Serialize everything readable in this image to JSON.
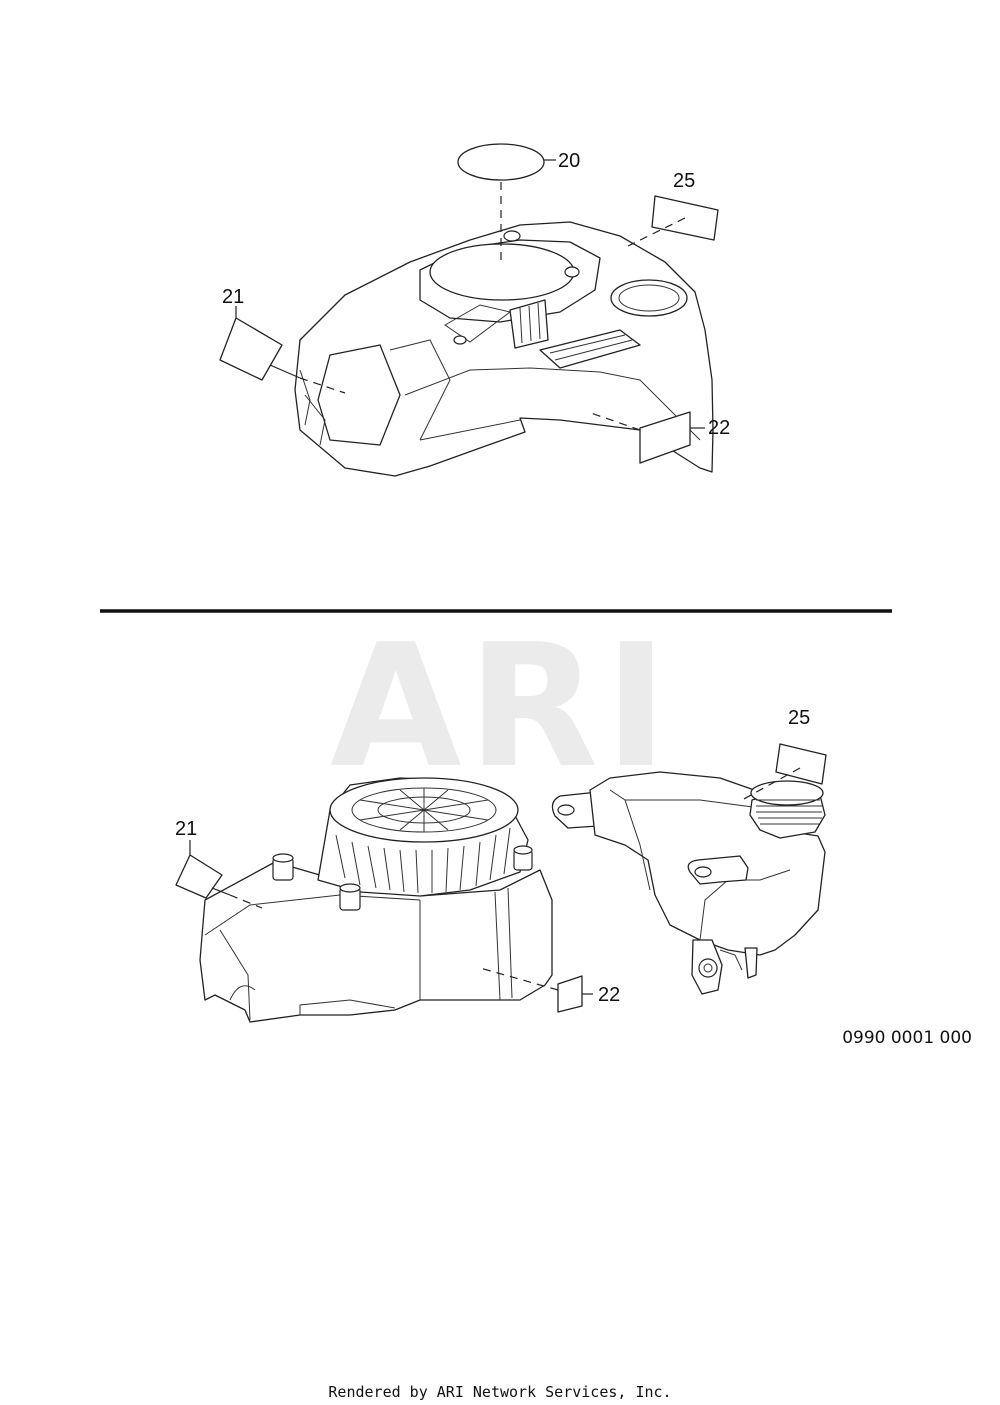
{
  "watermark": "ARI",
  "callouts": {
    "top": {
      "c20": "20",
      "c25": "25",
      "c21": "21",
      "c22": "22"
    },
    "bottom": {
      "c25": "25",
      "c21": "21",
      "c22": "22"
    }
  },
  "document_number": "0990 0001 000",
  "footer": "Rendered by ARI Network Services, Inc.",
  "colors": {
    "line": "#222222",
    "watermark": "#ebebeb",
    "background": "#ffffff"
  }
}
